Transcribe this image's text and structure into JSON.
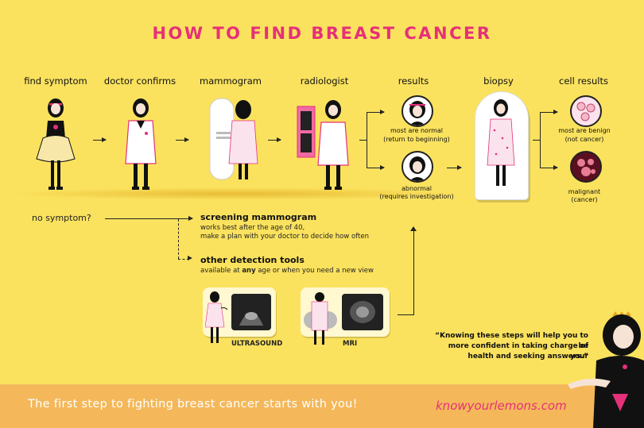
{
  "title": "HOW TO FIND BREAST CANCER",
  "steps": {
    "find_symptom": "find symptom",
    "doctor_confirms": "doctor confirms",
    "mammogram": "mammogram",
    "radiologist": "radiologist",
    "results": "results",
    "biopsy": "biopsy",
    "cell_results": "cell results"
  },
  "results": {
    "normal_line1": "most are normal",
    "normal_line2": "(return to beginning)",
    "abnormal_line1": "abnormal",
    "abnormal_line2": "(requires investigation)"
  },
  "cell_results": {
    "benign_line1": "most are benign",
    "benign_line2": "(not cancer)",
    "malignant_line1": "malignant",
    "malignant_line2": "(cancer)"
  },
  "no_symptom": "no symptom?",
  "screening": {
    "heading": "screening mammogram",
    "line1": "works best after the age of 40,",
    "line2": "make a plan with your doctor to decide how often"
  },
  "other_tools": {
    "heading": "other detection tools",
    "prefix": "available at ",
    "emphasis": "any",
    "suffix": " age or when you need a new view"
  },
  "tools": {
    "ultrasound": "ULTRASOUND",
    "mri": "MRI"
  },
  "quote": {
    "line1": "“Knowing these steps will help you to be",
    "line2": "more confident in taking charge of your",
    "line3": "health and seeking answers.”"
  },
  "footer": {
    "tagline": "The first step to fighting breast cancer starts with you!",
    "link": "knowyourlemons.com"
  },
  "colors": {
    "background": "#fbe25e",
    "accent_pink": "#e5307a",
    "footer_band": "#f4b85a"
  }
}
